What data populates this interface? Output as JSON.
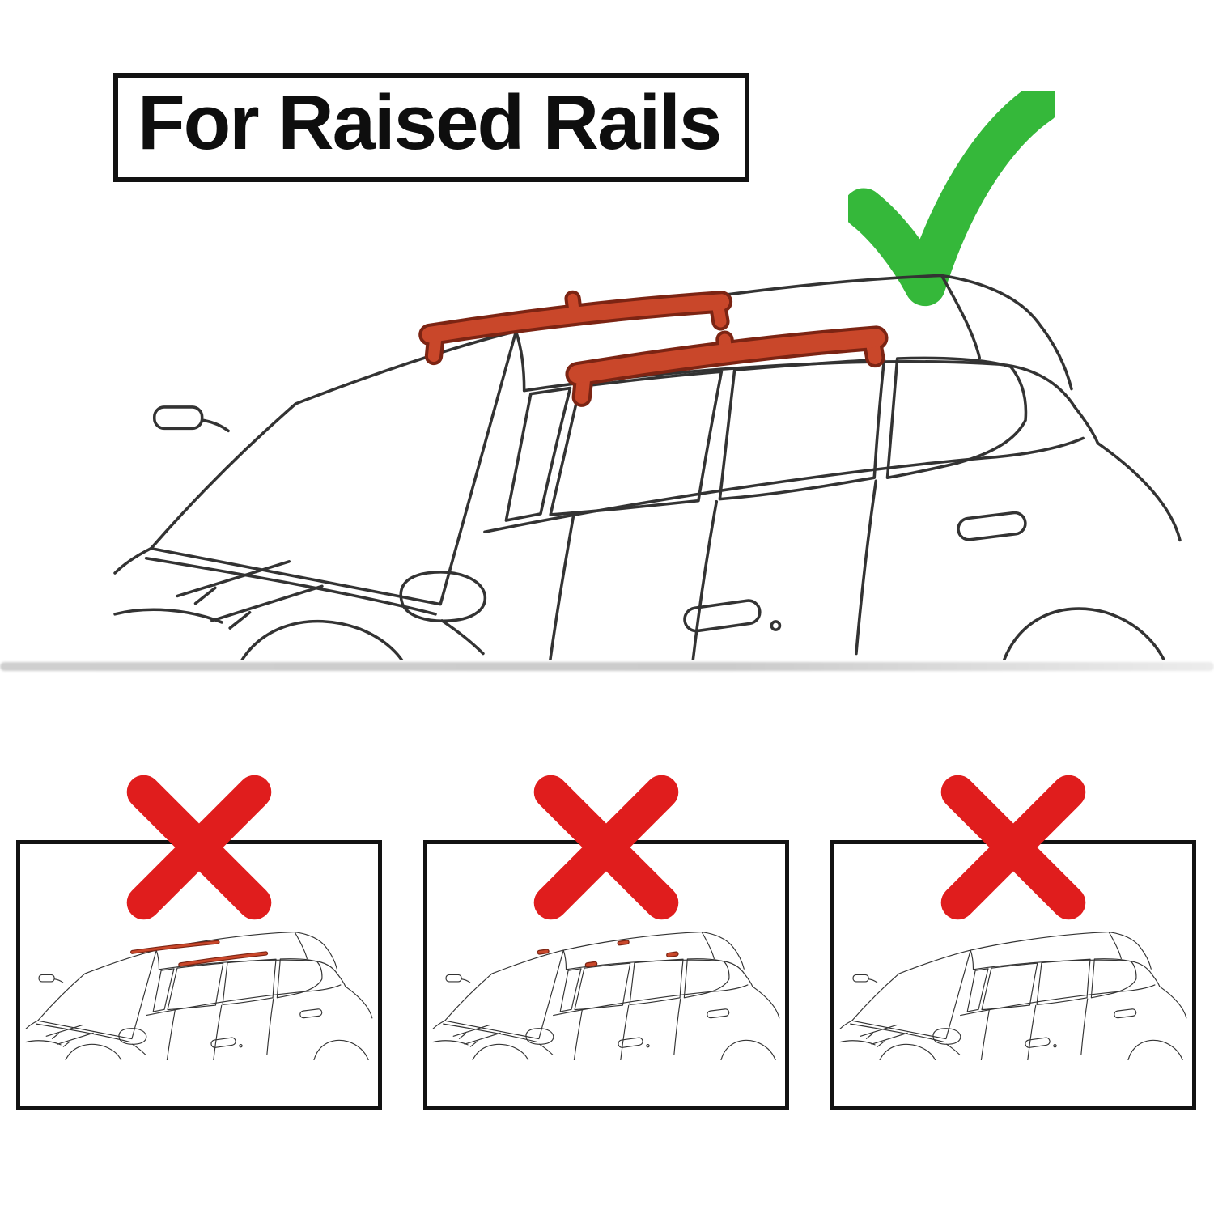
{
  "header": {
    "title": "For Raised Rails",
    "check_icon": "green-checkmark"
  },
  "colors": {
    "check_green": "#35b83a",
    "cross_red": "#e01d1d",
    "rail_fill": "#c9472a",
    "rail_outline": "#7c2413",
    "line_art": "#333333",
    "box_border": "#121212"
  },
  "main_illustration": {
    "name": "sedan-with-raised-roof-rails",
    "rails": "raised",
    "verdict": "compatible"
  },
  "incompatible_examples": [
    {
      "name": "sedan-flush-rails",
      "rails": "flush"
    },
    {
      "name": "sedan-fixed-points",
      "rails": "fixed-points"
    },
    {
      "name": "sedan-bare-roof",
      "rails": "none"
    }
  ]
}
